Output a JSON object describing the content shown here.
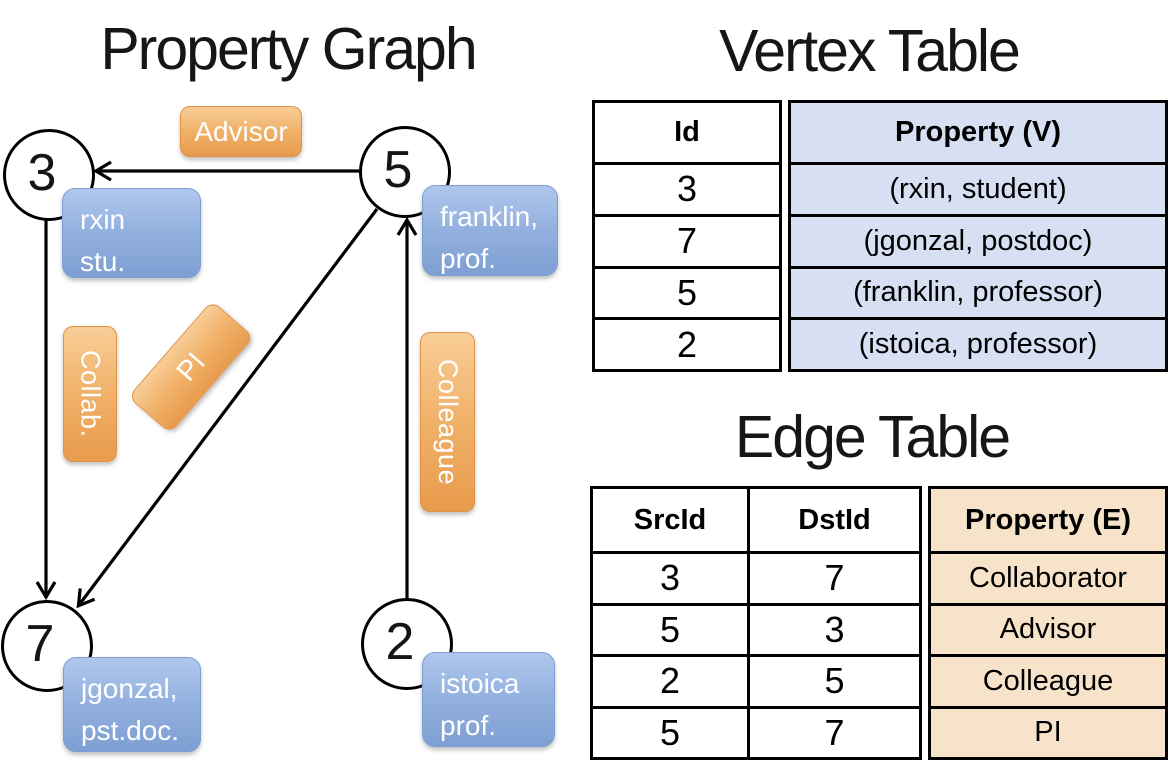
{
  "titles": {
    "graph": "Property Graph",
    "vertex_table": "Vertex Table",
    "edge_table": "Edge Table"
  },
  "graph": {
    "vertices": [
      {
        "id": "3",
        "property": [
          "rxin",
          "stu."
        ]
      },
      {
        "id": "5",
        "property": [
          "franklin,",
          "prof."
        ]
      },
      {
        "id": "7",
        "property": [
          "jgonzal,",
          "pst.doc."
        ]
      },
      {
        "id": "2",
        "property": [
          "istoica",
          "prof."
        ]
      }
    ],
    "edges": [
      {
        "label": "Advisor",
        "src": "5",
        "dst": "3"
      },
      {
        "label": "Collab.",
        "src": "3",
        "dst": "7"
      },
      {
        "label": "PI",
        "src": "5",
        "dst": "7"
      },
      {
        "label": "Colleague",
        "src": "2",
        "dst": "5"
      }
    ]
  },
  "vertex_table": {
    "headers": {
      "id": "Id",
      "property": "Property (V)"
    },
    "rows": [
      {
        "id": "3",
        "property": "(rxin, student)"
      },
      {
        "id": "7",
        "property": "(jgonzal, postdoc)"
      },
      {
        "id": "5",
        "property": "(franklin, professor)"
      },
      {
        "id": "2",
        "property": "(istoica, professor)"
      }
    ]
  },
  "edge_table": {
    "headers": {
      "src": "SrcId",
      "dst": "DstId",
      "property": "Property (E)"
    },
    "rows": [
      {
        "src": "3",
        "dst": "7",
        "property": "Collaborator"
      },
      {
        "src": "5",
        "dst": "3",
        "property": "Advisor"
      },
      {
        "src": "2",
        "dst": "5",
        "property": "Colleague"
      },
      {
        "src": "5",
        "dst": "7",
        "property": "PI"
      }
    ]
  },
  "colors": {
    "edge_label_orange": "#F0B067",
    "vertex_label_blue": "#93B1DF",
    "vertex_property_fill": "#D7E0F2",
    "edge_property_fill": "#F7E3CA",
    "line_black": "#000000"
  }
}
